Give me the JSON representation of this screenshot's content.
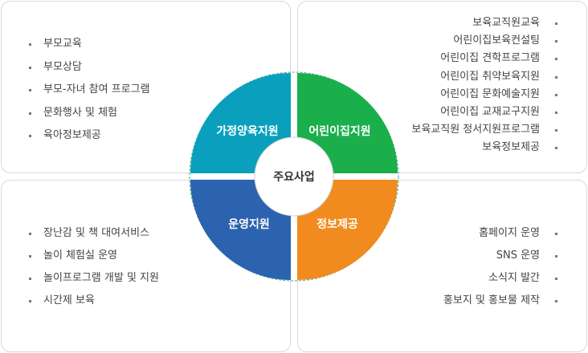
{
  "center_label": "주요사업",
  "quadrants": {
    "top_left": {
      "label": "가정양육지원",
      "color": "#0aa0bd",
      "items": [
        "부모교육",
        "부모상담",
        "부모-자녀 참여 프로그램",
        "문화행사 및 체험",
        "육아정보제공"
      ]
    },
    "top_right": {
      "label": "어린이집지원",
      "color": "#1aaf4b",
      "items": [
        "보육교직원교육",
        "어린이집보육컨설팅",
        "어린이집 견학프로그램",
        "어린이집 취약보육지원",
        "어린이집 문화예술지원",
        "어린이집 교재교구지원",
        "보육교직원 정서지원프로그램",
        "보육정보제공"
      ]
    },
    "bottom_left": {
      "label": "운영지원",
      "color": "#2b63b0",
      "items": [
        "장난감 및 책 대여서비스",
        "놀이 체험실 운영",
        "놀이프로그램 개발 및 지원",
        "시간제 보육"
      ]
    },
    "bottom_right": {
      "label": "정보제공",
      "color": "#f28b1f",
      "items": [
        "홈페이지 운영",
        "SNS 운영",
        "소식지 발간",
        "홍보지 및 홍보물 제작"
      ]
    }
  }
}
